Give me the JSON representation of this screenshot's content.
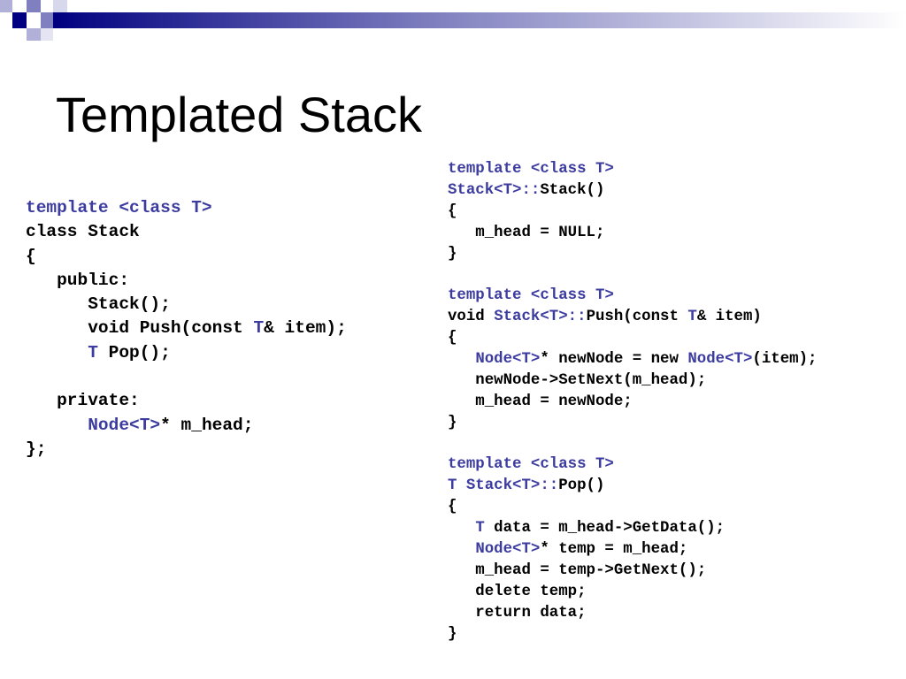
{
  "slide": {
    "title": "Templated Stack",
    "accent_color": "#3C3CA0",
    "deco_colors": [
      "#000080",
      "#8080C0",
      "#B0B0D8"
    ]
  },
  "class_declaration": {
    "lines": [
      [
        {
          "t": "template <class T>",
          "c": "kw"
        }
      ],
      [
        {
          "t": "class Stack",
          "c": ""
        }
      ],
      [
        {
          "t": "{",
          "c": ""
        }
      ],
      [
        {
          "t": "   public:",
          "c": ""
        }
      ],
      [
        {
          "t": "      Stack();",
          "c": ""
        }
      ],
      [
        {
          "t": "      void Push(const ",
          "c": ""
        },
        {
          "t": "T",
          "c": "kw"
        },
        {
          "t": "& item);",
          "c": ""
        }
      ],
      [
        {
          "t": "      ",
          "c": ""
        },
        {
          "t": "T",
          "c": "kw"
        },
        {
          "t": " Pop();",
          "c": ""
        }
      ],
      [
        {
          "t": "",
          "c": ""
        }
      ],
      [
        {
          "t": "   private:",
          "c": ""
        }
      ],
      [
        {
          "t": "      ",
          "c": ""
        },
        {
          "t": "Node<T>",
          "c": "kw"
        },
        {
          "t": "* m_head;",
          "c": ""
        }
      ],
      [
        {
          "t": "};",
          "c": ""
        }
      ]
    ]
  },
  "method_definitions": {
    "lines": [
      [
        {
          "t": "template <class T>",
          "c": "kw"
        }
      ],
      [
        {
          "t": "Stack<T>::",
          "c": "kw"
        },
        {
          "t": "Stack()",
          "c": ""
        }
      ],
      [
        {
          "t": "{",
          "c": ""
        }
      ],
      [
        {
          "t": "   m_head = NULL;",
          "c": ""
        }
      ],
      [
        {
          "t": "}",
          "c": ""
        }
      ],
      [
        {
          "t": "",
          "c": ""
        }
      ],
      [
        {
          "t": "template <class T>",
          "c": "kw"
        }
      ],
      [
        {
          "t": "void ",
          "c": ""
        },
        {
          "t": "Stack<T>::",
          "c": "kw"
        },
        {
          "t": "Push(const ",
          "c": ""
        },
        {
          "t": "T",
          "c": "kw"
        },
        {
          "t": "& item)",
          "c": ""
        }
      ],
      [
        {
          "t": "{",
          "c": ""
        }
      ],
      [
        {
          "t": "   ",
          "c": ""
        },
        {
          "t": "Node<T>",
          "c": "kw"
        },
        {
          "t": "* newNode = new ",
          "c": ""
        },
        {
          "t": "Node<T>",
          "c": "kw"
        },
        {
          "t": "(item);",
          "c": ""
        }
      ],
      [
        {
          "t": "   newNode->SetNext(m_head);",
          "c": ""
        }
      ],
      [
        {
          "t": "   m_head = newNode;",
          "c": ""
        }
      ],
      [
        {
          "t": "}",
          "c": ""
        }
      ],
      [
        {
          "t": "",
          "c": ""
        }
      ],
      [
        {
          "t": "template <class T>",
          "c": "kw"
        }
      ],
      [
        {
          "t": "T Stack<T>::",
          "c": "kw"
        },
        {
          "t": "Pop()",
          "c": ""
        }
      ],
      [
        {
          "t": "{",
          "c": ""
        }
      ],
      [
        {
          "t": "   ",
          "c": ""
        },
        {
          "t": "T",
          "c": "kw"
        },
        {
          "t": " data = m_head->GetData();",
          "c": ""
        }
      ],
      [
        {
          "t": "   ",
          "c": ""
        },
        {
          "t": "Node<T>",
          "c": "kw"
        },
        {
          "t": "* temp = m_head;",
          "c": ""
        }
      ],
      [
        {
          "t": "   m_head = temp->GetNext();",
          "c": ""
        }
      ],
      [
        {
          "t": "   delete temp;",
          "c": ""
        }
      ],
      [
        {
          "t": "   return data;",
          "c": ""
        }
      ],
      [
        {
          "t": "}",
          "c": ""
        }
      ]
    ]
  }
}
